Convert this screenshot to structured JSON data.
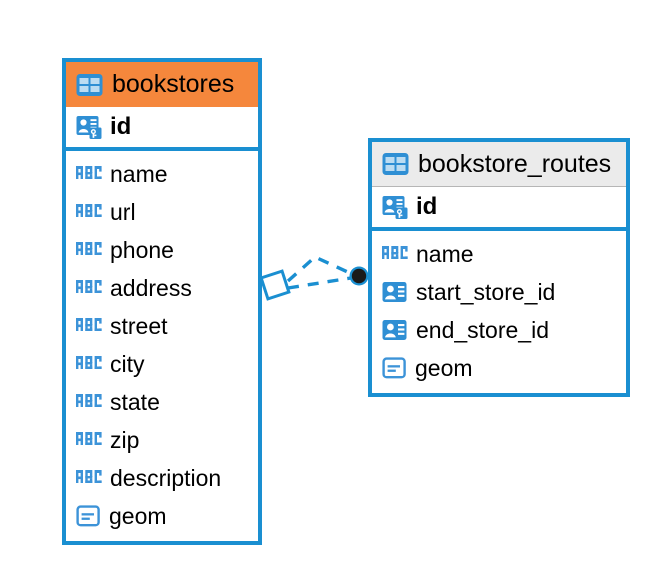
{
  "diagram": {
    "type": "entity-relationship-diagram",
    "background_color": "#ffffff",
    "accent_color": "#1a8fd1",
    "selected_color": "#f5873c",
    "header_plain_color": "#ebebeb"
  },
  "tables": [
    {
      "name": "bookstores",
      "selected": true,
      "header_icon": "table-icon",
      "primary_key": {
        "label": "id",
        "icon": "primary-key-icon"
      },
      "fields": [
        {
          "label": "name",
          "icon": "text-type-icon"
        },
        {
          "label": "url",
          "icon": "text-type-icon"
        },
        {
          "label": "phone",
          "icon": "text-type-icon"
        },
        {
          "label": "address",
          "icon": "text-type-icon"
        },
        {
          "label": "street",
          "icon": "text-type-icon"
        },
        {
          "label": "city",
          "icon": "text-type-icon"
        },
        {
          "label": "state",
          "icon": "text-type-icon"
        },
        {
          "label": "zip",
          "icon": "text-type-icon"
        },
        {
          "label": "description",
          "icon": "text-type-icon"
        },
        {
          "label": "geom",
          "icon": "geometry-type-icon"
        }
      ]
    },
    {
      "name": "bookstore_routes",
      "selected": false,
      "header_icon": "table-icon",
      "primary_key": {
        "label": "id",
        "icon": "primary-key-icon"
      },
      "fields": [
        {
          "label": "name",
          "icon": "text-type-icon"
        },
        {
          "label": "start_store_id",
          "icon": "foreign-key-icon"
        },
        {
          "label": "end_store_id",
          "icon": "foreign-key-icon"
        },
        {
          "label": "geom",
          "icon": "geometry-type-icon"
        }
      ]
    }
  ],
  "relationship": {
    "from_table": "bookstores",
    "to_table": "bookstore_routes",
    "line_style": "dashed",
    "line_color": "#1a8fd1",
    "source_endpoint": "diamond",
    "target_endpoint": "filled-circle"
  }
}
